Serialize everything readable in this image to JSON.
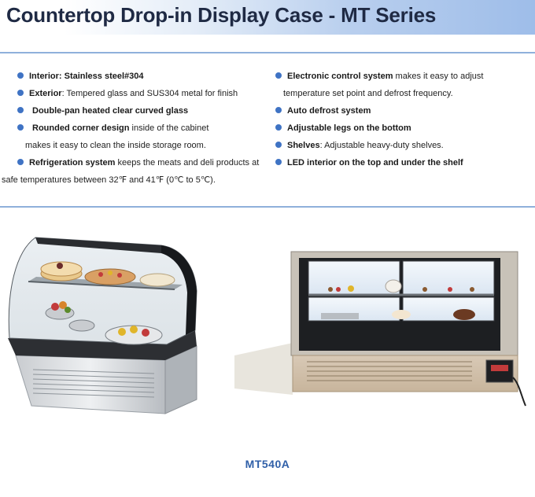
{
  "header": {
    "title": "Countertop Drop-in Display Case - MT Series"
  },
  "features": {
    "left": [
      {
        "bold": "Interior: Stainless steel#304",
        "text": ""
      },
      {
        "bold": "Exterior",
        "text": ":  Tempered glass and SUS304 metal for finish"
      },
      {
        "bold": "Double-pan heated clear curved glass",
        "text": ""
      },
      {
        "bold": "Rounded corner design",
        "text": " inside of the cabinet"
      },
      {
        "cont": "makes it easy to clean the inside storage room."
      },
      {
        "bold": "Refrigeration system",
        "text": " keeps the meats and deli products at"
      },
      {
        "cont": "safe temperatures between 32℉ and 41℉ (0℃ to 5℃)."
      }
    ],
    "right": [
      {
        "bold": "Electronic control system",
        "text": " makes it easy to adjust"
      },
      {
        "cont": "temperature set point and defrost frequency."
      },
      {
        "bold": "Auto defrost system",
        "text": ""
      },
      {
        "bold": "Adjustable legs on the bottom",
        "text": ""
      },
      {
        "bold": "Shelves",
        "text": ": Adjustable heavy-duty shelves."
      },
      {
        "bold": "LED interior on the top and under the shelf",
        "text": ""
      }
    ]
  },
  "model": {
    "name": "MT540A"
  },
  "colors": {
    "accent": "#3f73c4",
    "header_blue": "#9ebde9",
    "model_blue": "#2f5fa8"
  }
}
